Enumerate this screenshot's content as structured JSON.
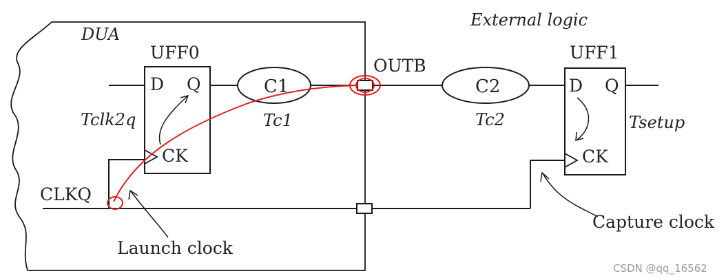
{
  "diagram": {
    "dua_label": "DUA",
    "external_logic_label": "External logic",
    "uff0": {
      "name": "UFF0",
      "d_pin": "D",
      "q_pin": "Q",
      "ck_pin": "CK"
    },
    "uff1": {
      "name": "UFF1",
      "d_pin": "D",
      "q_pin": "Q",
      "ck_pin": "CK"
    },
    "c1": {
      "label": "C1",
      "delay": "Tc1"
    },
    "c2": {
      "label": "C2",
      "delay": "Tc2"
    },
    "outb_label": "OUTB",
    "clkq_label": "CLKQ",
    "tclk2q_label": "Tclk2q",
    "tsetup_label": "Tsetup",
    "launch_clock_label": "Launch clock",
    "capture_clock_label": "Capture clock",
    "colors": {
      "line": "#1a1a1a",
      "highlight": "#e02020"
    }
  },
  "watermark": {
    "text": "CSDN @qq_16562"
  }
}
